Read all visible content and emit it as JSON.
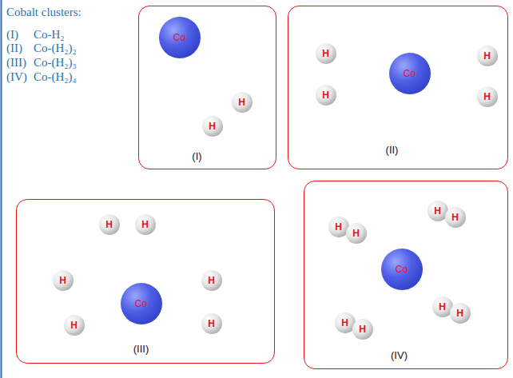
{
  "diagram": {
    "nodes": [
      {
        "text": [
          "(I)"
        ]
      },
      {
        "text": [
          "Co"
        ],
        "in": 0
      },
      {
        "text": [
          "H"
        ],
        "in": 0
      },
      {
        "text": [
          "H"
        ],
        "in": 0
      },
      {
        "text": [
          "(II)"
        ]
      },
      {
        "text": [
          "Co"
        ],
        "in": 4
      },
      {
        "text": [
          "H"
        ],
        "in": 4
      },
      {
        "text": [
          "H"
        ],
        "in": 4
      },
      {
        "text": [
          "H"
        ],
        "in": 4
      },
      {
        "text": [
          "H"
        ],
        "in": 4
      },
      {
        "text": [
          "(III)"
        ]
      },
      {
        "text": [
          "H"
        ],
        "in": 10
      },
      {
        "text": [
          "H"
        ],
        "in": 10
      },
      {
        "text": [
          "Co"
        ],
        "in": 10
      },
      {
        "text": [
          "H"
        ],
        "in": 10
      },
      {
        "text": [
          "H"
        ],
        "in": 10
      },
      {
        "text": [
          "H"
        ],
        "in": 10
      },
      {
        "text": [
          "H"
        ],
        "in": 10
      },
      {
        "text": [
          "(IV)"
        ]
      },
      {
        "text": [
          "H"
        ],
        "in": 18
      },
      {
        "text": [
          "H"
        ],
        "in": 18
      },
      {
        "text": [
          "H"
        ],
        "in": 18
      },
      {
        "text": [
          "H"
        ],
        "in": 18
      },
      {
        "text": [
          "Co"
        ],
        "in": 18
      },
      {
        "text": [
          "H"
        ],
        "in": 18
      },
      {
        "text": [
          "H"
        ],
        "in": 18
      },
      {
        "text": [
          "H"
        ],
        "in": 18
      },
      {
        "text": [
          "H"
        ],
        "in": 18
      }
    ],
    "edges": [
      {
        "from": 2,
        "to": 3,
        "arrow": "none"
      },
      {
        "from": 6,
        "to": 7,
        "arrow": "none"
      },
      {
        "from": 8,
        "to": 9,
        "arrow": "none"
      },
      {
        "from": 11,
        "to": 12,
        "arrow": "none"
      },
      {
        "from": 14,
        "to": 15,
        "arrow": "none"
      },
      {
        "from": 16,
        "to": 17,
        "arrow": "none"
      }
    ],
    "labels": [
      "Cobalt clusters:",
      "(I)",
      "Co-H₂",
      "(II)",
      "Co-(H₂)₂",
      "(III)",
      "Co-(H₂)₃",
      "(IV)",
      "Co-(H₂)₄"
    ]
  }
}
